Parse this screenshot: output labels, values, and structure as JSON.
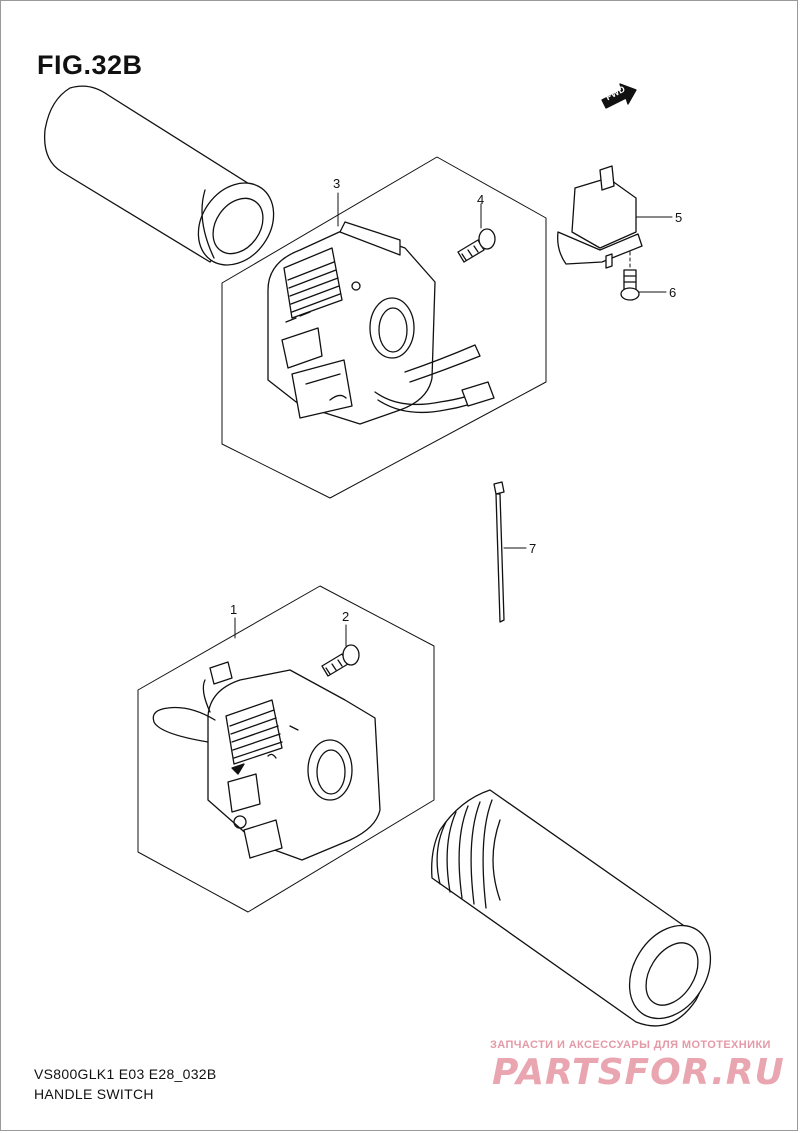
{
  "figure": {
    "title": "FIG.32B"
  },
  "fwd_label": "FWD",
  "callouts": [
    {
      "id": "1",
      "label": "1"
    },
    {
      "id": "2",
      "label": "2"
    },
    {
      "id": "3",
      "label": "3"
    },
    {
      "id": "4",
      "label": "4"
    },
    {
      "id": "5",
      "label": "5"
    },
    {
      "id": "6",
      "label": "6"
    },
    {
      "id": "7",
      "label": "7"
    }
  ],
  "footer": {
    "model_code": "VS800GLK1 E03 E28_032B",
    "section_name": "HANDLE SWITCH"
  },
  "watermark": {
    "caption": "ЗАПЧАСТИ И АКСЕССУАРЫ ДЛЯ МОТОТЕХНИКИ",
    "brand": "PARTSFOR.RU"
  },
  "colors": {
    "line": "#111111",
    "frame": "#9a9a9a",
    "watermark": "#e9a5b0"
  }
}
